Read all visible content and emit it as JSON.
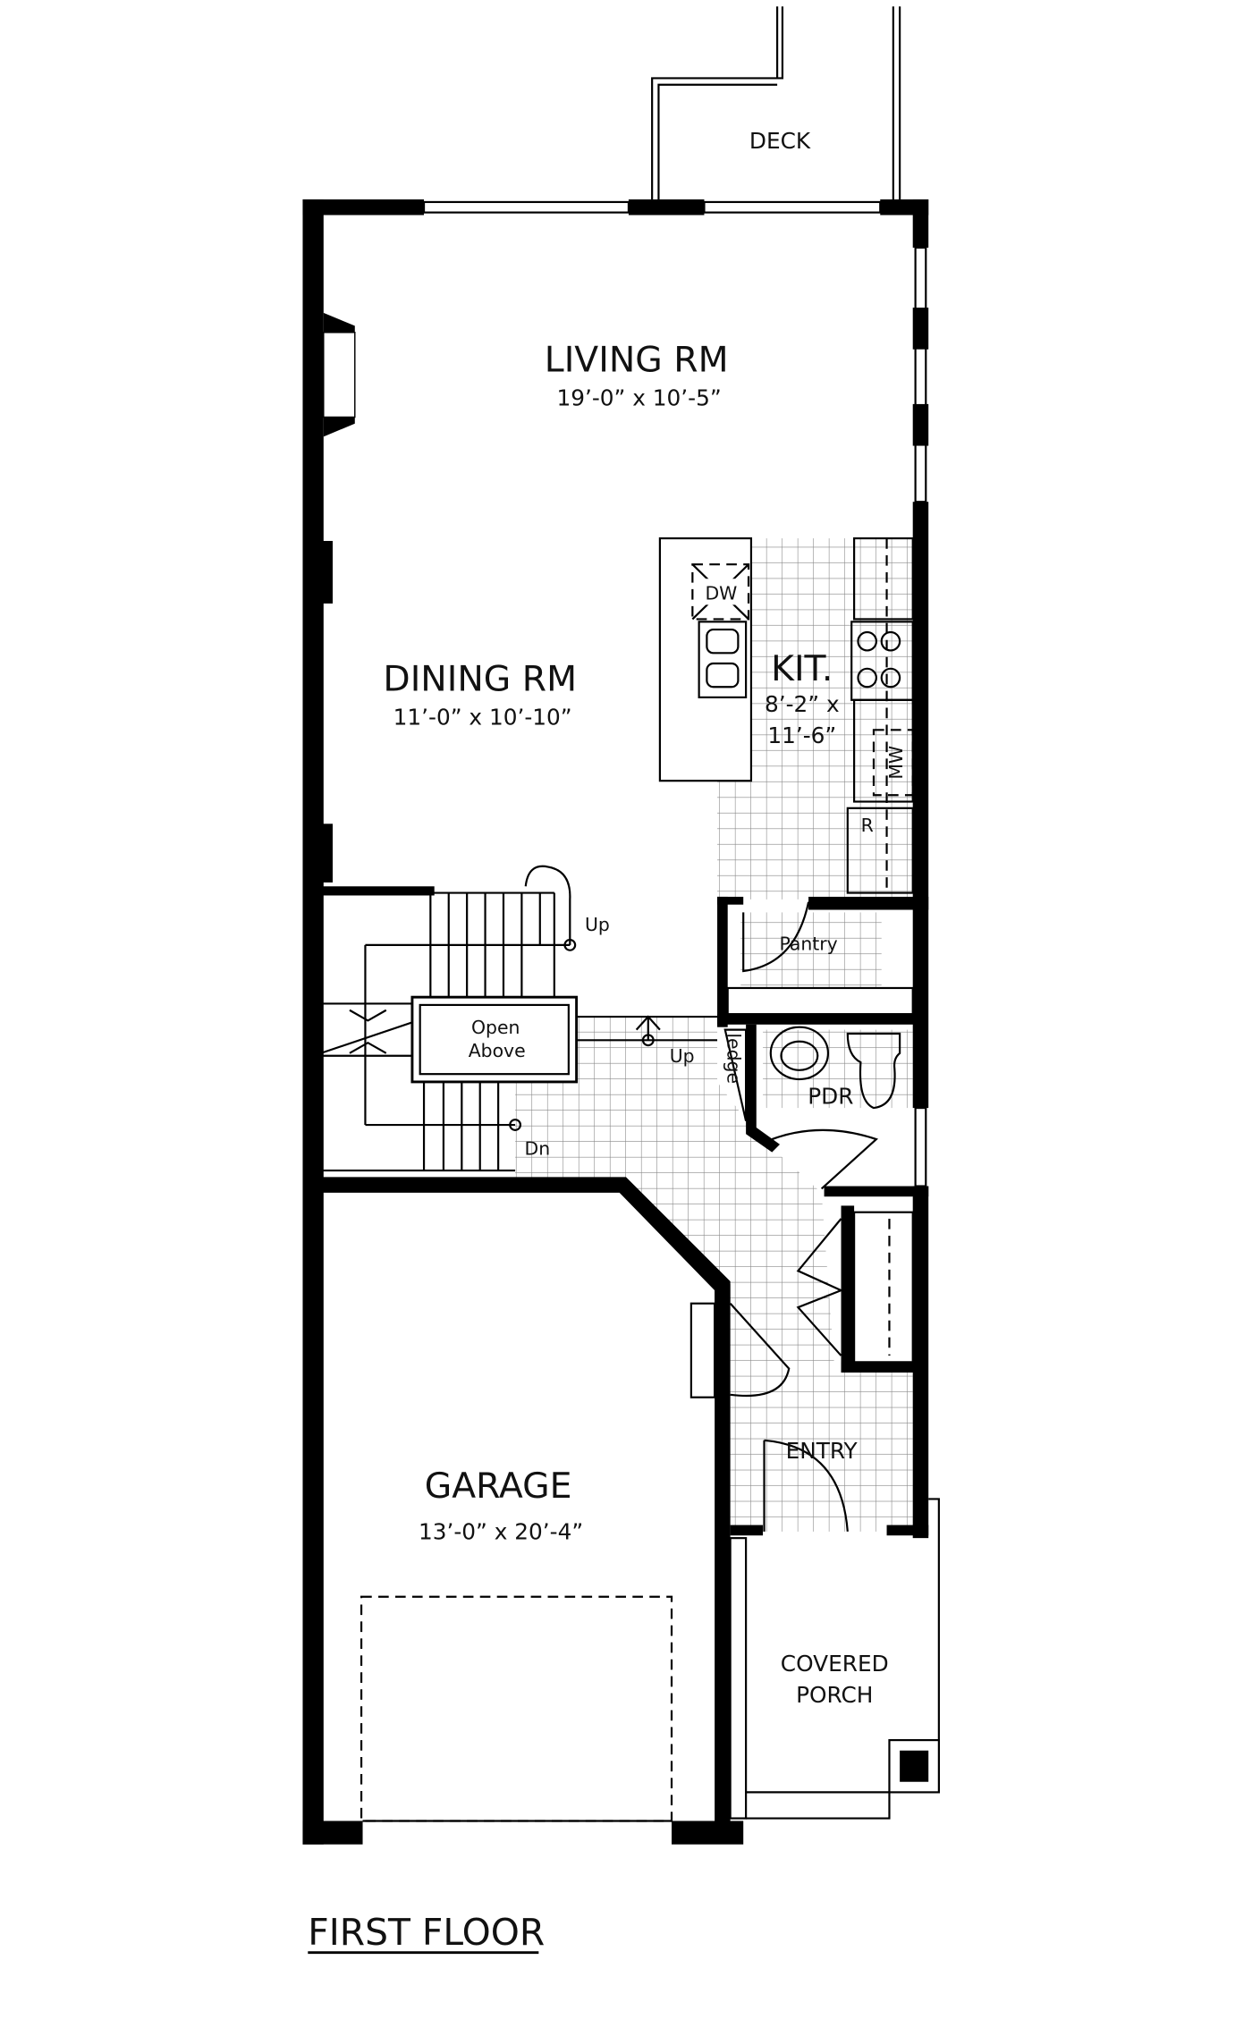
{
  "title": "FIRST FLOOR",
  "rooms": {
    "deck": {
      "name": "DECK"
    },
    "living": {
      "name": "LIVING RM",
      "size": "19’-0” x 10’-5”"
    },
    "dining": {
      "name": "DINING RM",
      "size": "11’-0” x 10’-10”"
    },
    "kitchen": {
      "name": "KIT.",
      "size_line1": "8’-2” x",
      "size_line2": "11’-6”"
    },
    "pantry": {
      "name": "Pantry"
    },
    "powder": {
      "name": "PDR"
    },
    "entry": {
      "name": "ENTRY"
    },
    "garage": {
      "name": "GARAGE",
      "size": "13’-0” x 20’-4”"
    },
    "porch": {
      "name_line1": "COVERED",
      "name_line2": "PORCH"
    },
    "open_above": {
      "line1": "Open",
      "line2": "Above"
    }
  },
  "fixtures": {
    "dishwasher": "DW",
    "microwave": "MW",
    "refrigerator": "R",
    "ledge": "ledge"
  },
  "stairs": {
    "up_main": "Up",
    "up_landing": "Up",
    "down": "Dn"
  }
}
